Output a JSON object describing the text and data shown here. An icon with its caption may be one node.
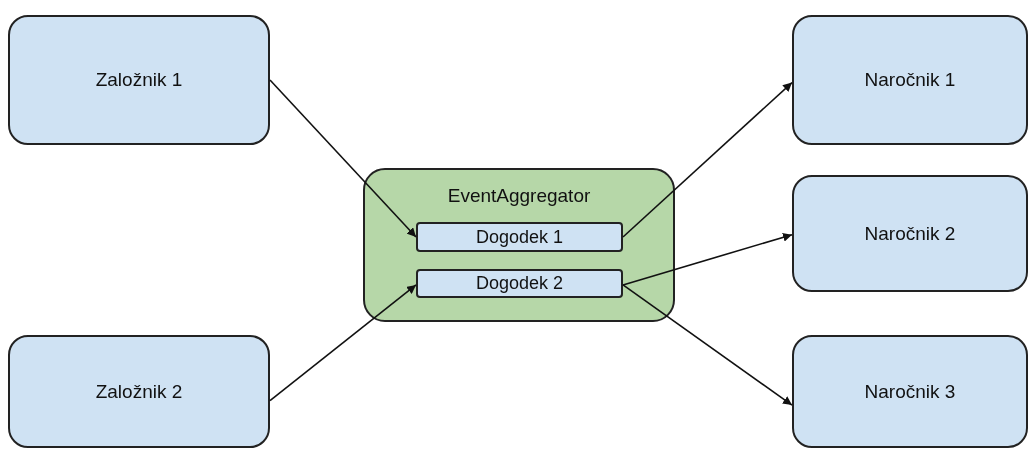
{
  "diagram": {
    "nodes": [
      {
        "text": [
          "Založnik 1"
        ]
      },
      {
        "text": [
          "Naročnik 1"
        ]
      },
      {
        "text": [
          "EventAggregator"
        ]
      },
      {
        "text": [
          "Dogodek 1"
        ],
        "in": 2
      },
      {
        "text": [
          "Dogodek 2"
        ],
        "in": 2
      },
      {
        "text": [
          "Naročnik 2"
        ]
      },
      {
        "text": [
          "Založnik 2"
        ]
      },
      {
        "text": [
          "Naročnik 3"
        ]
      }
    ],
    "edges": [
      {
        "from": 0,
        "to": 3,
        "arrow": "to"
      },
      {
        "from": 6,
        "to": 4,
        "arrow": "to"
      },
      {
        "from": 3,
        "to": 1,
        "arrow": "to"
      },
      {
        "from": 4,
        "to": 5,
        "arrow": "to"
      },
      {
        "from": 4,
        "to": 7,
        "arrow": "to"
      }
    ]
  }
}
